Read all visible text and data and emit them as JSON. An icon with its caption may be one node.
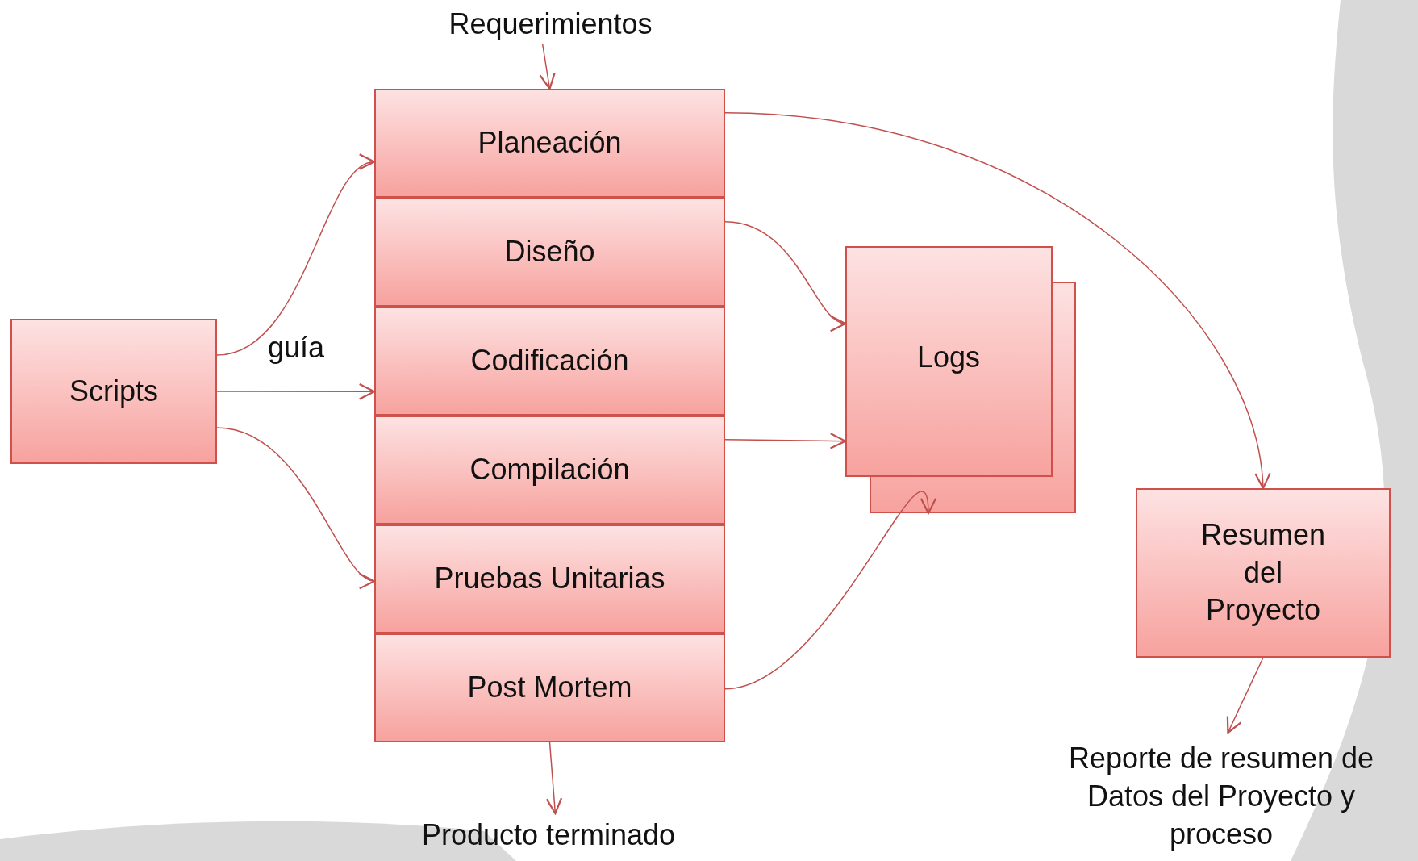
{
  "diagram": {
    "nodes": [
      {
        "text": [
          "Requerimientos"
        ]
      },
      {
        "text": [
          "Planeación"
        ]
      },
      {
        "text": [
          "Diseño"
        ]
      },
      {
        "text": [
          "Codificación"
        ]
      },
      {
        "text": [
          "Compilación"
        ]
      },
      {
        "text": [
          "Pruebas Unitarias"
        ]
      },
      {
        "text": [
          "Post Mortem"
        ]
      },
      {
        "text": [
          "Scripts"
        ]
      },
      {
        "text": [
          "Logs"
        ]
      },
      {
        "text": [
          "Resumen del Proyecto"
        ]
      },
      {
        "text": [
          "Reporte de resumen de Datos del Proyecto y proceso"
        ]
      },
      {
        "text": [
          "Producto terminado"
        ]
      }
    ],
    "edges": [
      {
        "from": 0,
        "to": 1,
        "arrow": "to"
      },
      {
        "from": 7,
        "to": 1,
        "arrow": "to"
      },
      {
        "from": 7,
        "to": 3,
        "arrow": "to"
      },
      {
        "from": 7,
        "to": 5,
        "arrow": "to"
      },
      {
        "from": 2,
        "to": 8,
        "arrow": "to"
      },
      {
        "from": 4,
        "to": 8,
        "arrow": "to"
      },
      {
        "from": 6,
        "to": 8,
        "arrow": "to"
      },
      {
        "from": 1,
        "to": 9,
        "arrow": "to"
      },
      {
        "from": 9,
        "to": 10,
        "arrow": "to"
      },
      {
        "from": 6,
        "to": 11,
        "arrow": "to"
      }
    ],
    "labels": [
      "guía"
    ]
  }
}
